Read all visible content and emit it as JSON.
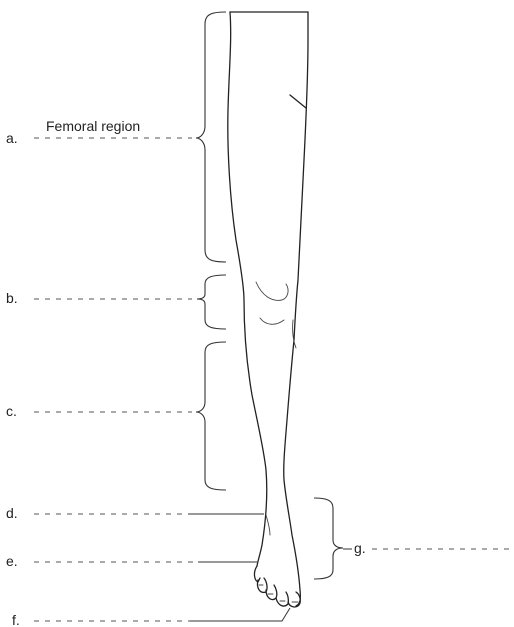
{
  "diagram": {
    "labels": [
      {
        "letter": "a.",
        "text": "Femoral region"
      },
      {
        "letter": "b.",
        "text": ""
      },
      {
        "letter": "c.",
        "text": ""
      },
      {
        "letter": "d.",
        "text": ""
      },
      {
        "letter": "e.",
        "text": ""
      },
      {
        "letter": "f.",
        "text": ""
      },
      {
        "letter": "g.",
        "text": ""
      }
    ]
  }
}
